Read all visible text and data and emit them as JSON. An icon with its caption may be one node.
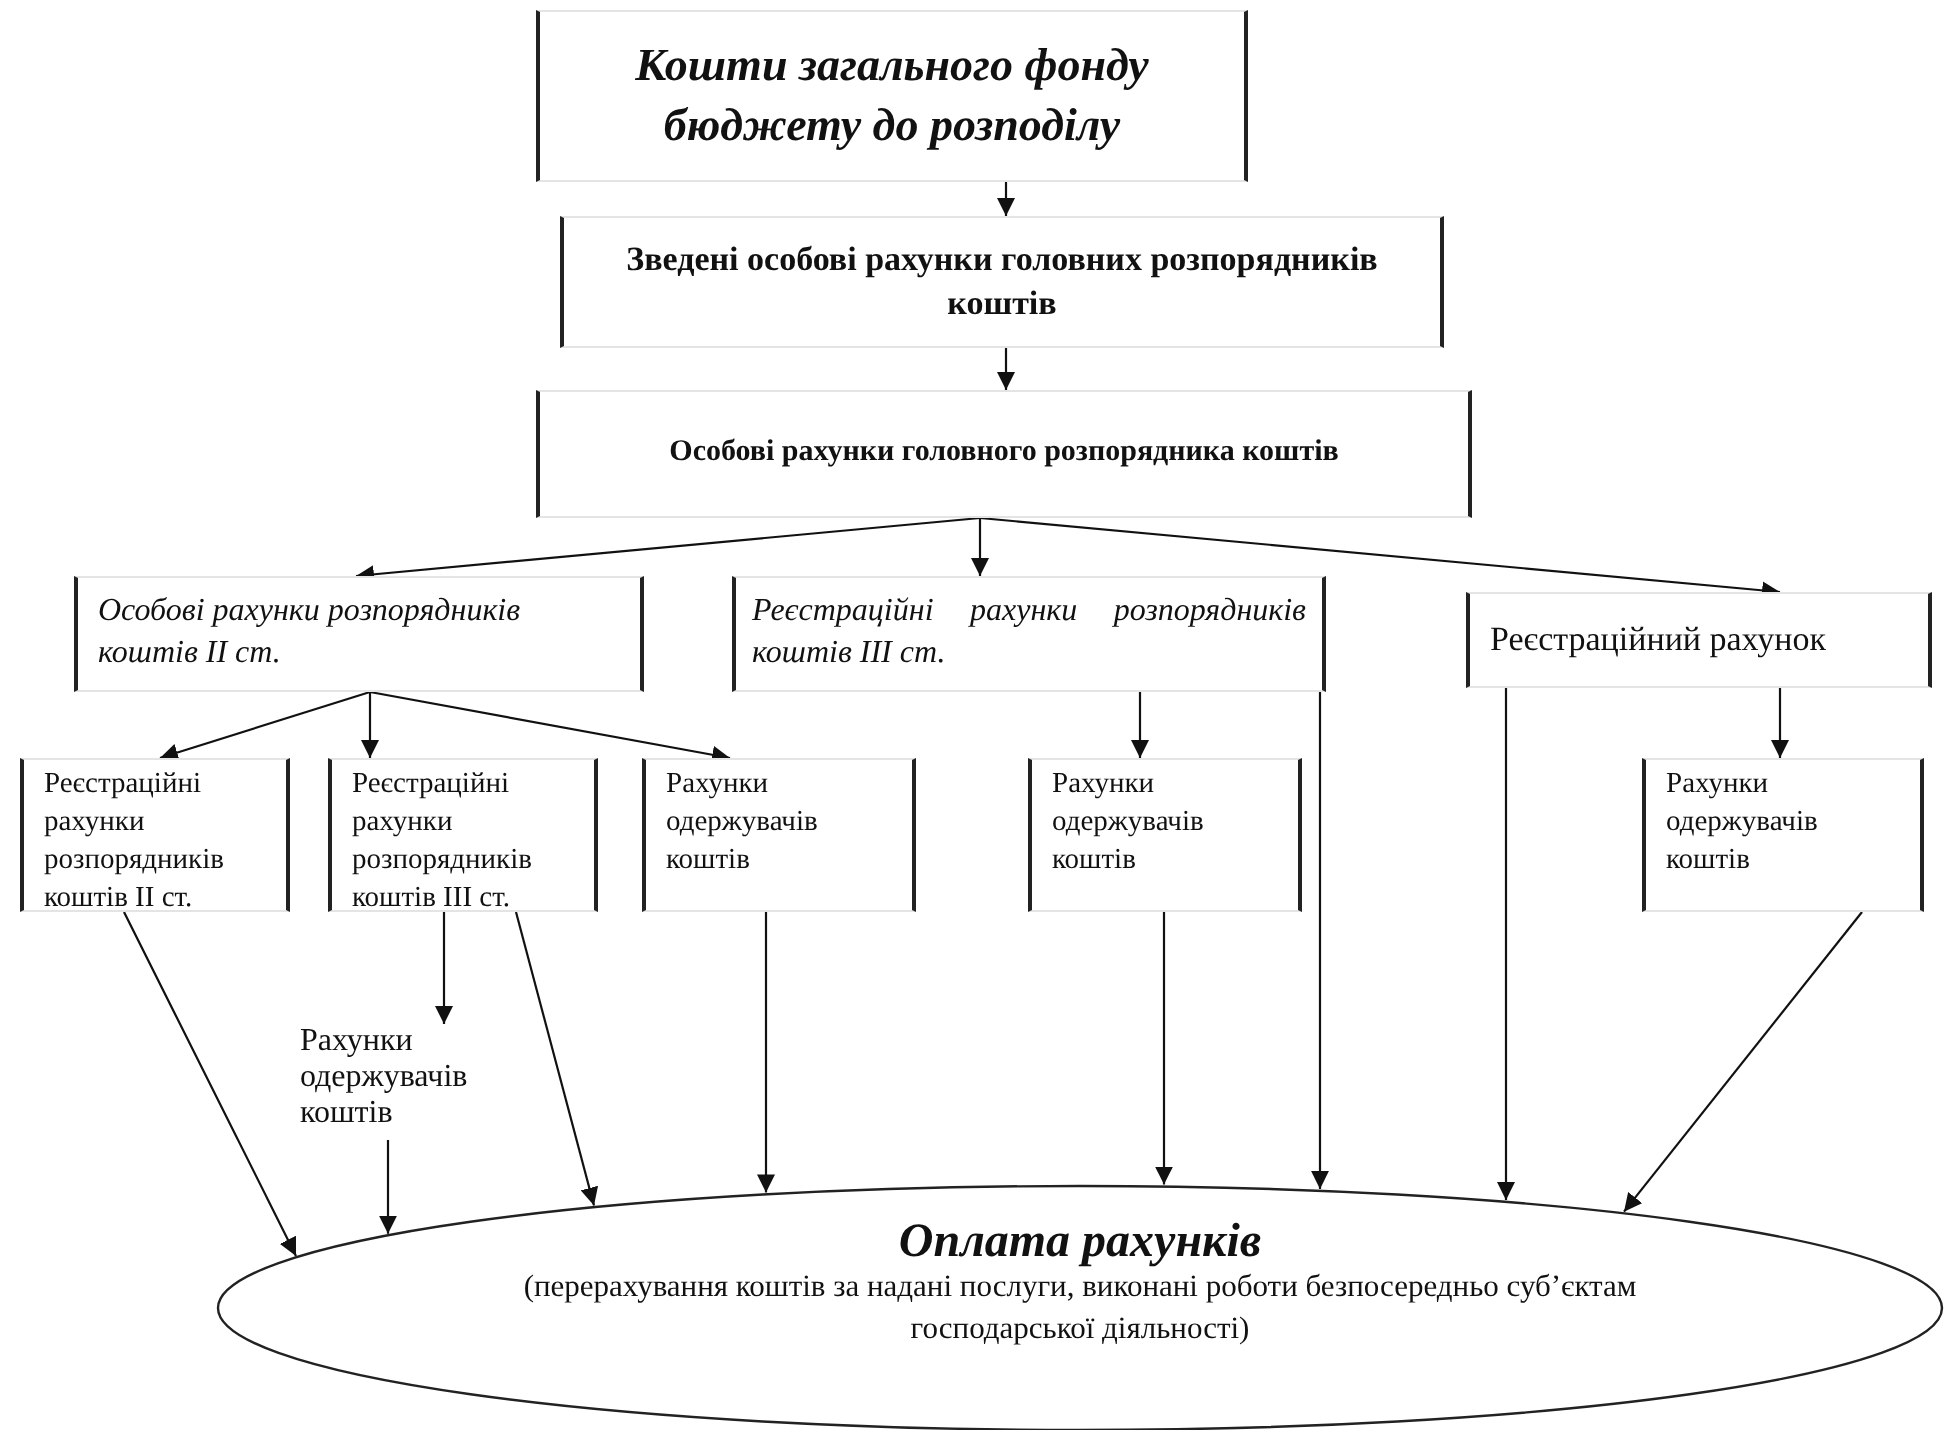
{
  "diagram": {
    "nodes": [
      {
        "text": [
          "Кошти загального фонду бюджету до розподілу"
        ]
      },
      {
        "text": [
          "Зведені особові рахунки головних розпорядників коштів"
        ]
      },
      {
        "text": [
          "Особові рахунки головного розпорядника коштів"
        ]
      },
      {
        "text": [
          "Особові рахунки розпорядників коштів II ст."
        ]
      },
      {
        "text": [
          "Реєстраційні рахунки розпорядників коштів III ст."
        ]
      },
      {
        "text": [
          "Реєстраційний рахунок"
        ]
      },
      {
        "text": [
          "Реєстраційні рахунки розпорядників коштів II ст."
        ]
      },
      {
        "text": [
          "Реєстраційні рахунки розпорядників коштів III ст."
        ]
      },
      {
        "text": [
          "Рахунки одержувачів коштів"
        ]
      },
      {
        "text": [
          "Рахунки одержувачів коштів"
        ]
      },
      {
        "text": [
          "Рахунки одержувачів коштів"
        ]
      },
      {
        "text": [
          "Рахунки одержувачів коштів"
        ]
      },
      {
        "text": [
          "Оплата рахунків",
          "(перерахування коштів за надані послуги, виконані роботи безпосередньо суб’єктам господарської діяльності)"
        ]
      }
    ],
    "edges": [
      {
        "from": 0,
        "to": 1,
        "arrow": "to"
      },
      {
        "from": 1,
        "to": 2,
        "arrow": "to"
      },
      {
        "from": 2,
        "to": 3,
        "arrow": "to"
      },
      {
        "from": 2,
        "to": 4,
        "arrow": "to"
      },
      {
        "from": 2,
        "to": 5,
        "arrow": "to"
      },
      {
        "from": 3,
        "to": 6,
        "arrow": "to"
      },
      {
        "from": 3,
        "to": 7,
        "arrow": "to"
      },
      {
        "from": 3,
        "to": 8,
        "arrow": "to"
      },
      {
        "from": 4,
        "to": 9,
        "arrow": "to"
      },
      {
        "from": 5,
        "to": 10,
        "arrow": "to"
      },
      {
        "from": 7,
        "to": 11,
        "arrow": "to"
      },
      {
        "from": 6,
        "to": 12,
        "arrow": "to"
      },
      {
        "from": 11,
        "to": 12,
        "arrow": "to"
      },
      {
        "from": 7,
        "to": 12,
        "arrow": "to"
      },
      {
        "from": 8,
        "to": 12,
        "arrow": "to"
      },
      {
        "from": 9,
        "to": 12,
        "arrow": "to"
      },
      {
        "from": 4,
        "to": 12,
        "arrow": "to"
      },
      {
        "from": 5,
        "to": 12,
        "arrow": "to"
      },
      {
        "from": 10,
        "to": 12,
        "arrow": "to"
      }
    ]
  }
}
